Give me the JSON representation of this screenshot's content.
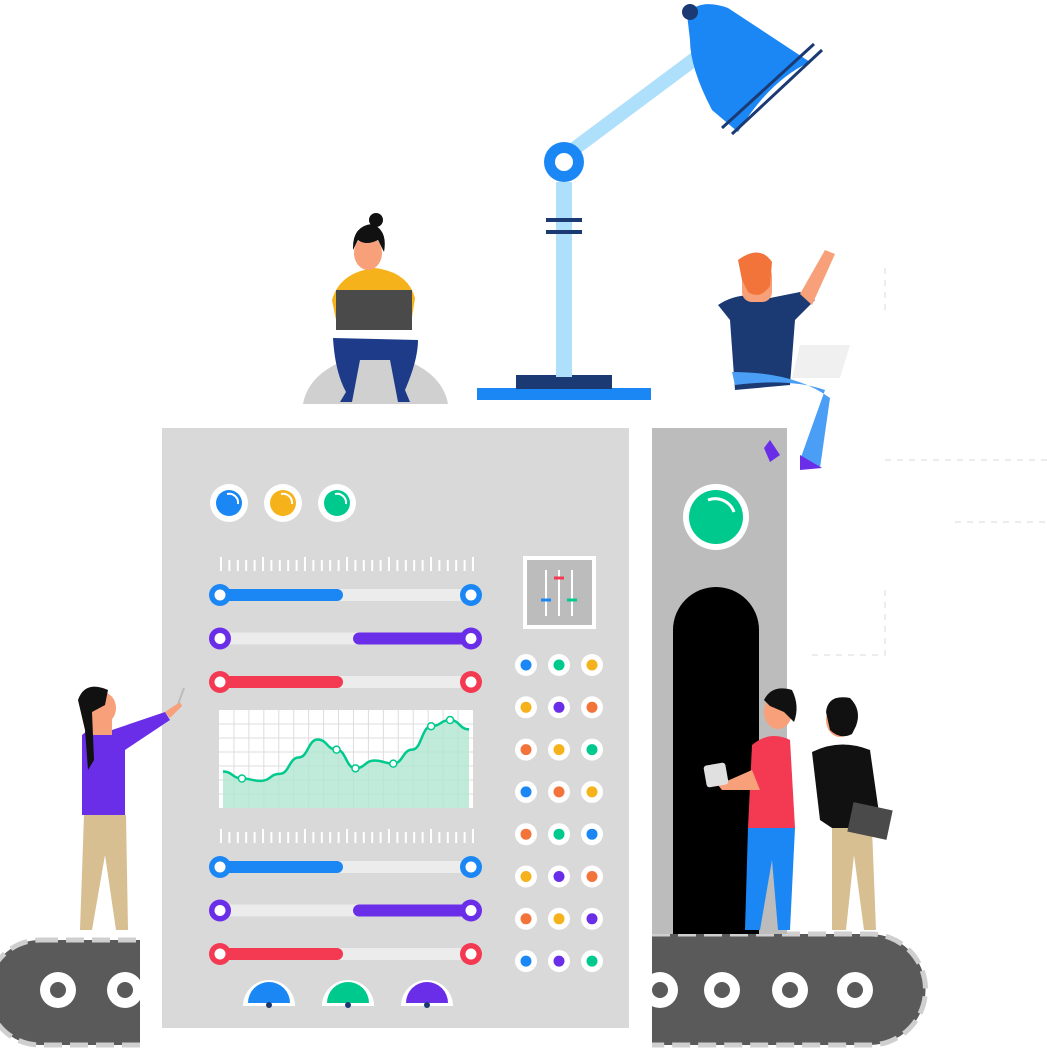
{
  "palette": {
    "panel": "#d9d9d9",
    "panel_dark": "#bcbcbc",
    "track": "#ececec",
    "blue": "#1a87f5",
    "purple": "#6a2ee8",
    "red": "#f33a52",
    "green": "#00c98d",
    "yellow": "#f5b21b",
    "orange": "#f3743b",
    "belt": "#5a5a5a",
    "lamp_blue": "#1a87f5",
    "lamp_arm": "#aee0fb",
    "lamp_base": "#1b3a73",
    "chart_fill": "#b0e6d1",
    "chart_line": "#00c98d"
  },
  "indicator_lights": [
    "blue",
    "yellow",
    "green"
  ],
  "side_indicator": "green",
  "sliders_top": [
    {
      "color": "blue",
      "from": 0.0,
      "to": 0.49
    },
    {
      "color": "purple",
      "from": 0.53,
      "to": 1.0
    },
    {
      "color": "red",
      "from": 0.0,
      "to": 0.49
    }
  ],
  "sliders_bottom": [
    {
      "color": "blue",
      "from": 0.0,
      "to": 0.49
    },
    {
      "color": "purple",
      "from": 0.53,
      "to": 1.0
    },
    {
      "color": "red",
      "from": 0.0,
      "to": 0.49
    }
  ],
  "mini_chart": {
    "type": "area",
    "values": [
      0.34,
      0.25,
      0.22,
      0.31,
      0.52,
      0.75,
      0.62,
      0.38,
      0.48,
      0.44,
      0.62,
      0.92,
      1.0,
      0.88
    ],
    "markers": [
      1,
      6,
      7,
      9,
      11,
      12
    ]
  },
  "dot_grid": [
    [
      "blue",
      "green",
      "yellow"
    ],
    [
      "yellow",
      "purple",
      "orange"
    ],
    [
      "orange",
      "yellow",
      "green"
    ],
    [
      "blue",
      "orange",
      "yellow"
    ],
    [
      "orange",
      "green",
      "blue"
    ],
    [
      "yellow",
      "purple",
      "orange"
    ],
    [
      "orange",
      "yellow",
      "purple"
    ],
    [
      "blue",
      "purple",
      "green"
    ]
  ],
  "gauges": [
    "blue",
    "green",
    "purple"
  ]
}
